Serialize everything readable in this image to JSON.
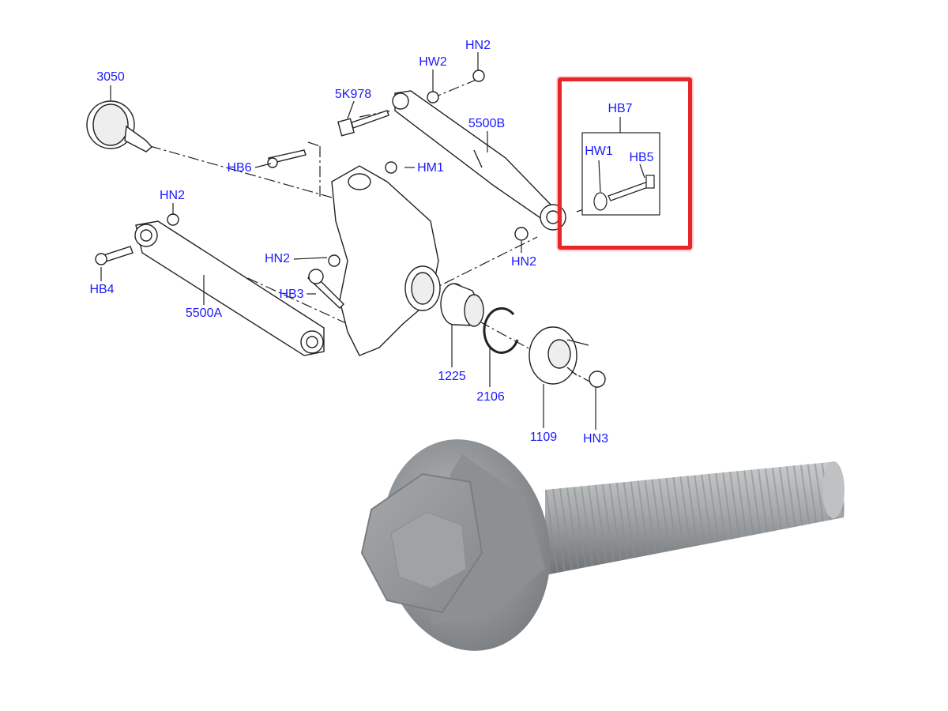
{
  "diagram": {
    "labels": {
      "p3050": "3050",
      "hn2_top": "HN2",
      "hw2": "HW2",
      "p5k978": "5K978",
      "p5500b": "5500B",
      "hb7": "HB7",
      "hw1": "HW1",
      "hb5": "HB5",
      "hb6": "HB6",
      "hm1": "HM1",
      "hn2_left": "HN2",
      "hb4": "HB4",
      "p5500a": "5500A",
      "hn2_mid": "HN2",
      "hb3": "HB3",
      "hn2_right": "HN2",
      "p1225": "1225",
      "p2106": "2106",
      "p1109": "1109",
      "hn3": "HN3"
    },
    "colors": {
      "label": "#1a1aff",
      "highlight": "#e8262a"
    }
  }
}
